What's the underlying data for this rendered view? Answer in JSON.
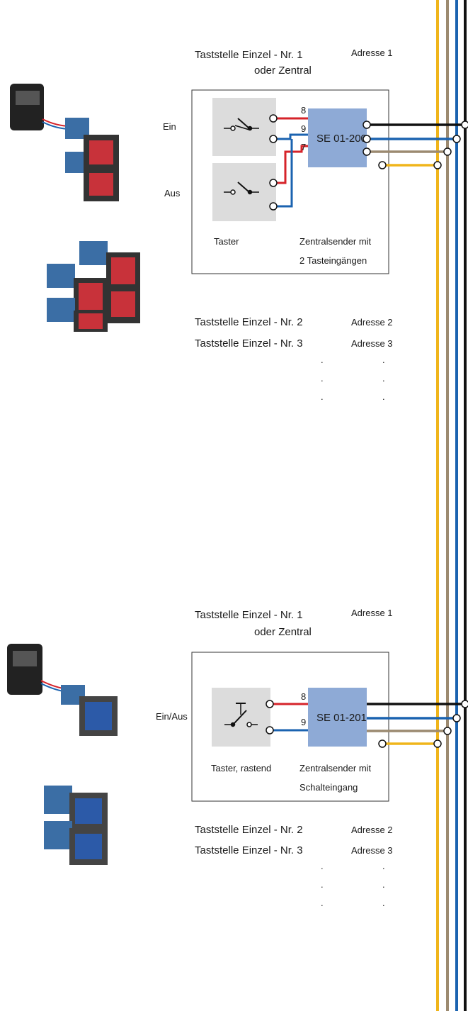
{
  "top": {
    "title_line1": "Taststelle Einzel - Nr. 1",
    "title_line2": "oder Zentral",
    "address1": "Adresse 1",
    "label_on": "Ein",
    "label_off": "Aus",
    "pin_a": "8",
    "pin_b": "9",
    "pin_c": "7",
    "device": "SE 01-200",
    "switch_caption": "Taster",
    "device_caption_1": "Zentralsender mit",
    "device_caption_2": "2 Tasteingängen",
    "row2_title": "Taststelle Einzel - Nr. 2",
    "row2_address": "Adresse 2",
    "row3_title": "Taststelle Einzel - Nr. 3",
    "row3_address": "Adresse 3",
    "dot": "."
  },
  "bottom": {
    "title_line1": "Taststelle Einzel - Nr. 1",
    "title_line2": "oder Zentral",
    "address1": "Adresse 1",
    "label_onoff": "Ein/Aus",
    "pin_a": "8",
    "pin_b": "9",
    "device": "SE 01-201",
    "switch_caption": "Taster, rastend",
    "device_caption_1": "Zentralsender mit",
    "device_caption_2": "Schalteingang",
    "row2_title": "Taststelle Einzel - Nr. 2",
    "row2_address": "Adresse 2",
    "row3_title": "Taststelle Einzel - Nr. 3",
    "row3_address": "Adresse 3",
    "dot": "."
  },
  "colors": {
    "yellow": "#f0b51b",
    "brown": "#9c8a70",
    "blue": "#1b63b0",
    "black": "#111111",
    "red": "#d6232a",
    "device_fill": "#8eaad6",
    "switch_fill": "#dcdcdc",
    "button_red": "#c8323a",
    "button_blue": "#2c5aa8"
  }
}
